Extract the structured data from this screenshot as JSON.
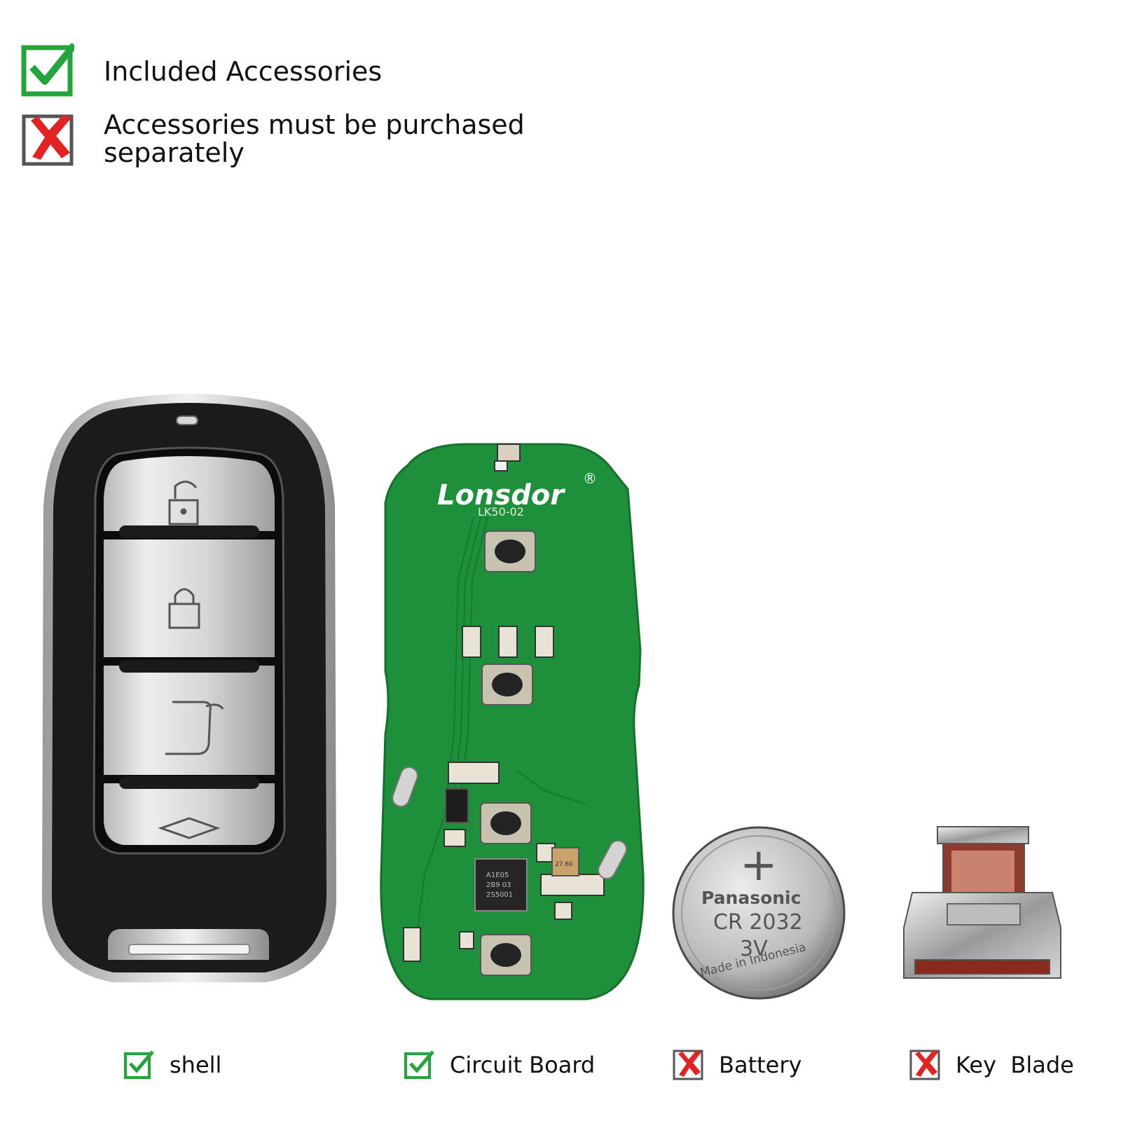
{
  "legend": {
    "included_label": "Included Accessories",
    "excluded_label_line1": "Accessories must be purchased",
    "excluded_label_line2": "separately"
  },
  "pcb": {
    "brand": "Lonsdor",
    "registered_mark": "®",
    "model": "LK50-02",
    "chip_text_line1": "A1E05",
    "chip_text_line2": "2B9 03",
    "chip_text_line3": "2S5001",
    "crystal_text": "27.60"
  },
  "battery": {
    "plus_symbol": "+",
    "brand": "Panasonic",
    "model": "CR 2032",
    "voltage": "3V",
    "origin": "Made in Indonesia"
  },
  "items": [
    {
      "label": "shell",
      "included": true
    },
    {
      "label": "Circuit Board",
      "included": true
    },
    {
      "label": "Battery",
      "included": false
    },
    {
      "label": "Key  Blade",
      "included": false
    }
  ],
  "colors": {
    "check_green": "#22a53a",
    "cross_red": "#e32222",
    "pcb_green": "#1e8f3a"
  }
}
